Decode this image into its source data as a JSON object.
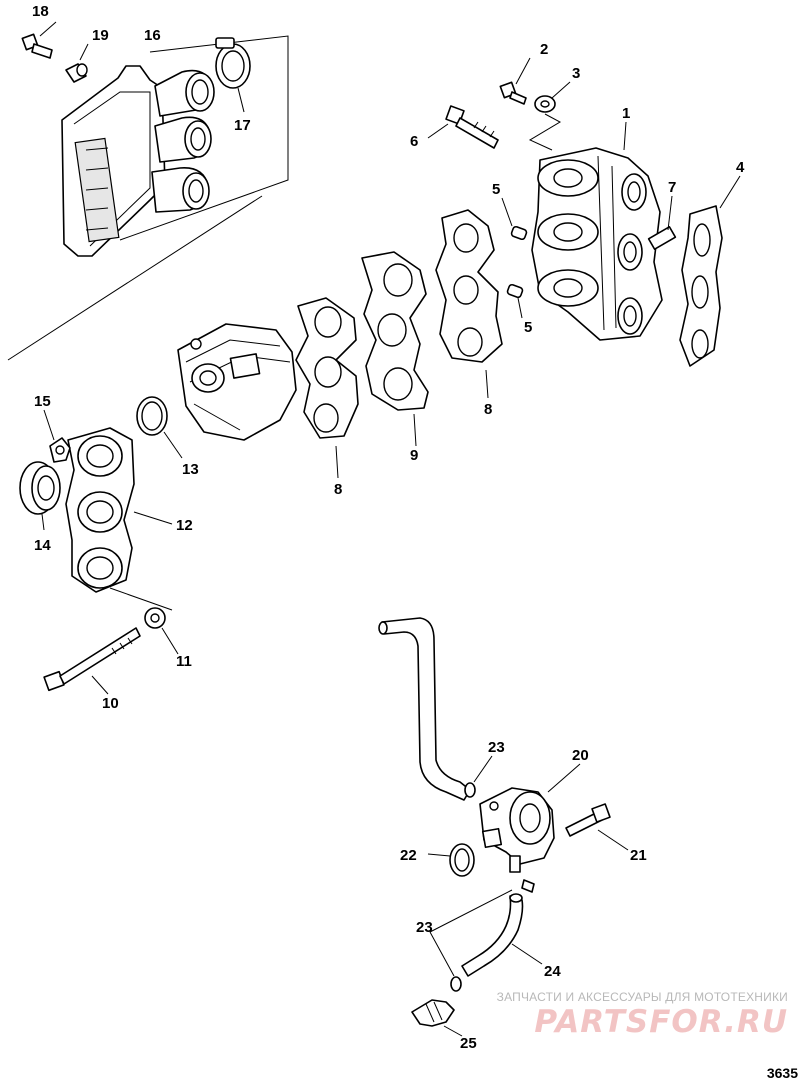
{
  "labels": {
    "p1": "1",
    "p2": "2",
    "p3": "3",
    "p4": "4",
    "p5a": "5",
    "p5b": "5",
    "p6": "6",
    "p7": "7",
    "p8a": "8",
    "p8b": "8",
    "p9": "9",
    "p10": "10",
    "p11": "11",
    "p12": "12",
    "p13": "13",
    "p14": "14",
    "p15": "15",
    "p16": "16",
    "p17": "17",
    "p18": "18",
    "p19": "19",
    "p20": "20",
    "p21": "21",
    "p22": "22",
    "p23a": "23",
    "p23b": "23",
    "p24": "24",
    "p25": "25"
  },
  "watermark": {
    "tagline": "ЗАПЧАСТИ И АКСЕССУАРЫ ДЛЯ МОТОТЕХНИКИ",
    "brand": "PARTSFOR.RU"
  },
  "drawing_code": "3635"
}
